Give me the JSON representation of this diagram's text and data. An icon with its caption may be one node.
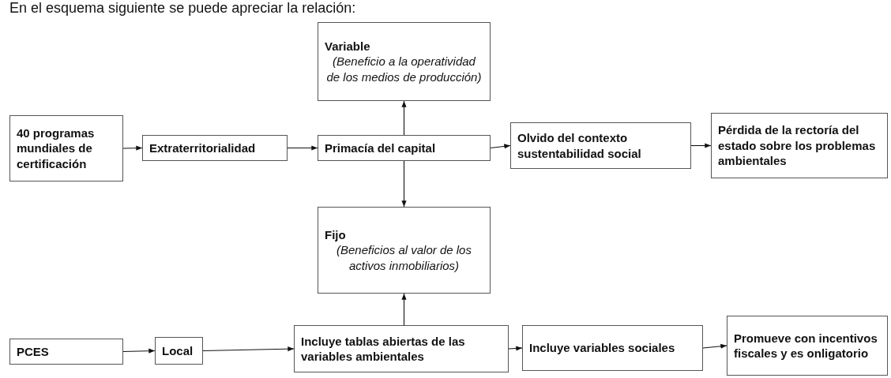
{
  "diagram": {
    "nodes": [
      {
        "text": [
          "Variable",
          "(Beneficio a la operatividad de los medios de producción)"
        ]
      },
      {
        "text": [
          "40 programas mundiales de certificación"
        ]
      },
      {
        "text": [
          "Extraterritorialidad"
        ]
      },
      {
        "text": [
          "Primacía del capital"
        ]
      },
      {
        "text": [
          "Olvido del contexto sustentabilidad social"
        ]
      },
      {
        "text": [
          "Pérdida de la rectoría del estado sobre los problemas ambientales"
        ]
      },
      {
        "text": [
          "Fijo",
          "(Beneficios al valor de los activos inmobiliarios)"
        ]
      },
      {
        "text": [
          "PCES"
        ]
      },
      {
        "text": [
          "Local"
        ]
      },
      {
        "text": [
          "Incluye tablas abiertas de las variables ambientales"
        ]
      },
      {
        "text": [
          "Incluye variables sociales"
        ]
      },
      {
        "text": [
          "Promueve con incentivos fiscales y es onligatorio"
        ]
      }
    ],
    "edges": [
      {
        "from": 1,
        "to": 2,
        "arrow": "to"
      },
      {
        "from": 2,
        "to": 3,
        "arrow": "to"
      },
      {
        "from": 3,
        "to": 0,
        "arrow": "to"
      },
      {
        "from": 3,
        "to": 4,
        "arrow": "to"
      },
      {
        "from": 4,
        "to": 5,
        "arrow": "to"
      },
      {
        "from": 3,
        "to": 6,
        "arrow": "to"
      },
      {
        "from": 9,
        "to": 6,
        "arrow": "to"
      },
      {
        "from": 7,
        "to": 8,
        "arrow": "to"
      },
      {
        "from": 8,
        "to": 9,
        "arrow": "to"
      },
      {
        "from": 9,
        "to": 10,
        "arrow": "to"
      },
      {
        "from": 10,
        "to": 11,
        "arrow": "to"
      }
    ],
    "labels": [
      "En el esquema siguiente se puede apreciar la relación:"
    ]
  }
}
